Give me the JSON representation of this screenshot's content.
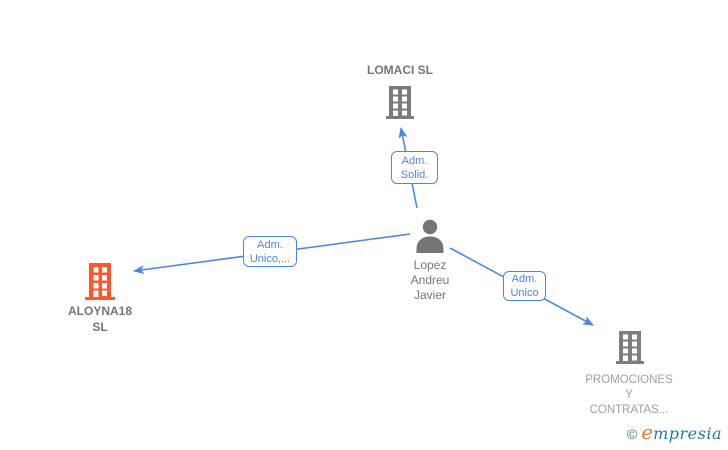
{
  "colors": {
    "edge_blue": "#4a86e8",
    "node_gray": "#757575",
    "muted_gray": "#a0a0a0",
    "highlight_orange": "#fa582f",
    "watermark_teal": "#22799c",
    "watermark_orange": "#ee7b28"
  },
  "nodes": {
    "lomaci": {
      "type": "company",
      "label": "LOMACI SL"
    },
    "aloyna": {
      "type": "company",
      "label": "ALOYNA18\nSL"
    },
    "promociones": {
      "type": "company",
      "label": "PROMOCIONES\nY\nCONTRATAS..."
    },
    "person": {
      "type": "person",
      "label": "Lopez\nAndreu\nJavier"
    }
  },
  "edges": {
    "person_to_lomaci": {
      "label": "Adm.\nSolid."
    },
    "person_to_aloyna": {
      "label": "Adm.\nUnico,..."
    },
    "person_to_promociones": {
      "label": "Adm.\nUnico"
    }
  },
  "watermark": {
    "copyright": "©",
    "brand_initial": "e",
    "brand_rest": "mpresia"
  }
}
